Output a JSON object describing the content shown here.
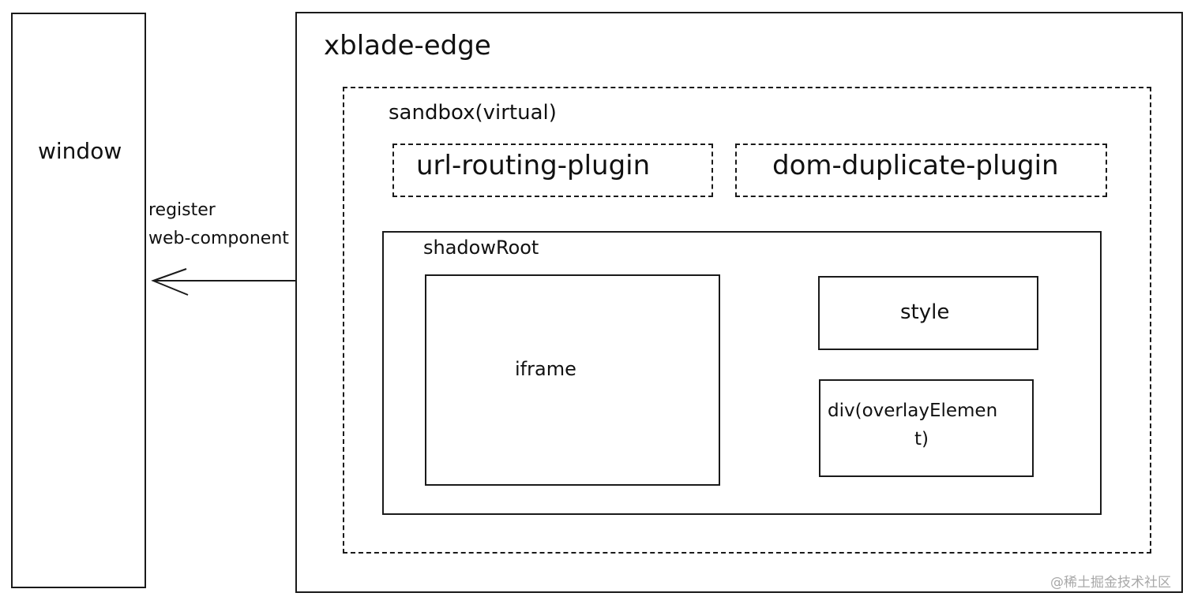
{
  "diagram": {
    "window": {
      "label": "window"
    },
    "edge": {
      "label": "xblade-edge",
      "sandbox": {
        "label": "sandbox(virtual)",
        "plugins": [
          {
            "label": "url-routing-plugin"
          },
          {
            "label": "dom-duplicate-plugin"
          }
        ],
        "shadowRoot": {
          "label": "shadowRoot",
          "iframe": {
            "label": "iframe"
          },
          "style": {
            "label": "style"
          },
          "overlay": {
            "label_line1": "div(overlayElemen",
            "label_line2": "t)"
          }
        }
      }
    },
    "arrow": {
      "label_line1": "register",
      "label_line2": "web-component",
      "direction": "edge-to-window"
    }
  },
  "watermark": "@稀土掘金技术社区"
}
